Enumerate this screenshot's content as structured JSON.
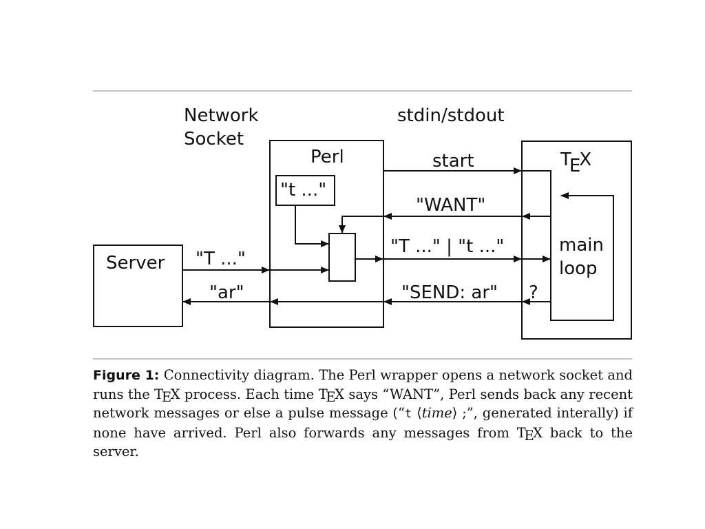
{
  "diagram": {
    "top_labels": {
      "network_line1": "Network",
      "network_line2": "Socket",
      "stdio": "stdin/stdout"
    },
    "nodes": {
      "server": "Server",
      "perl": "Perl",
      "pulse": "\"t ...\"",
      "tex_t": "T",
      "tex_e": "E",
      "tex_x": "X",
      "main_line1": "main",
      "main_line2": "loop"
    },
    "edges": {
      "start": "start",
      "want": "\"WANT\"",
      "t_msgs": "\"T ...\" | \"t ...\"",
      "send": "\"SEND: ar\"",
      "question": "?",
      "server_to_perl": "\"T ...\"",
      "perl_to_server": "\"ar\""
    }
  },
  "caption": {
    "figure_label": "Figure 1:",
    "part1": " Connectivity diagram. The Perl wrapper opens a network socket and runs the ",
    "part2": " process. Each time ",
    "part3": " says “WANT”, Perl sends back any recent network messages or else a pulse message (“",
    "code": "t",
    "time_open": " ⟨",
    "time_word": "time",
    "time_close": "⟩",
    "part4": " ;”, generated interally) if none have arrived. Perl also forwards any messages from ",
    "part5": " back to the server.",
    "tex_t": "T",
    "tex_e": "E",
    "tex_x": "X"
  }
}
